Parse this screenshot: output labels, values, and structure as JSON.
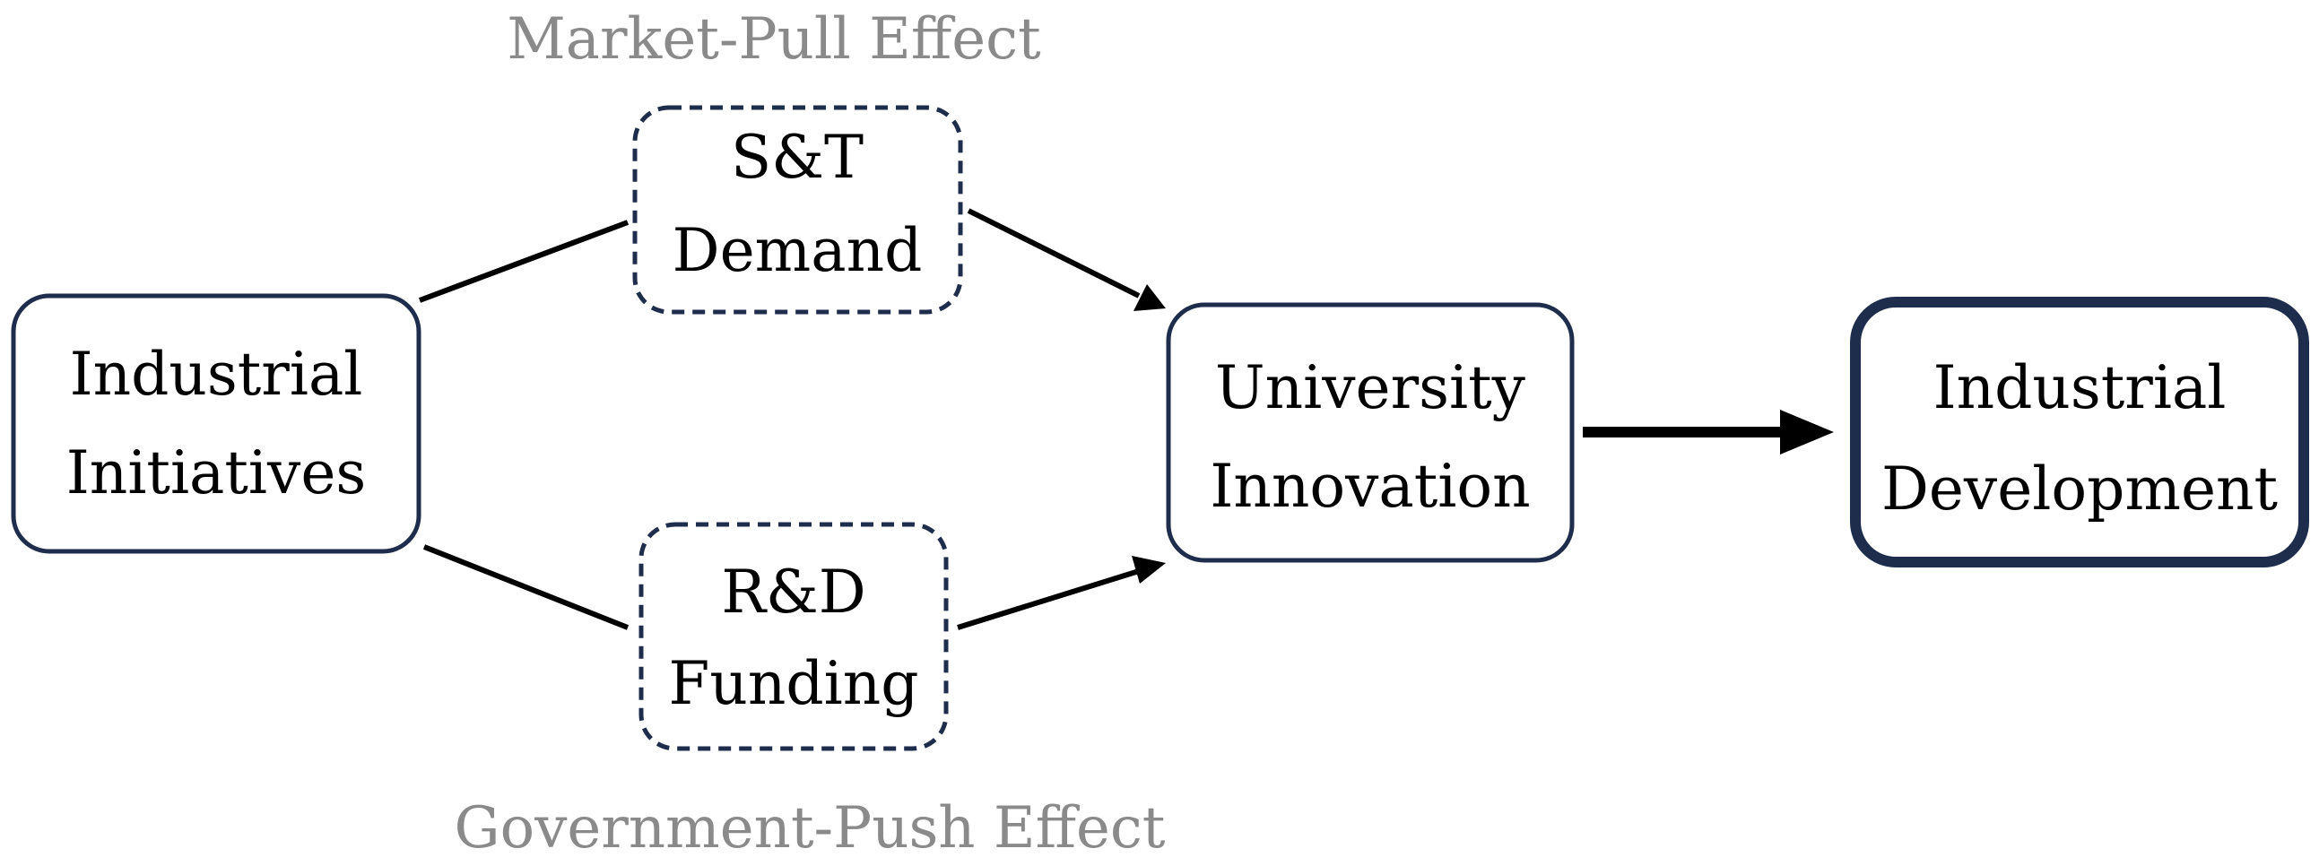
{
  "effects": {
    "market_pull": "Market-Pull Effect",
    "government_push": "Government-Push Effect"
  },
  "nodes": {
    "industrial_initiatives": [
      "Industrial",
      "Initiatives"
    ],
    "st_demand": [
      "S&T",
      "Demand"
    ],
    "rd_funding": [
      "R&D",
      "Funding"
    ],
    "university_innovation": [
      "University",
      "Innovation"
    ],
    "industrial_development": [
      "Industrial",
      "Development"
    ]
  },
  "colors": {
    "box_border": "#1f2d4d",
    "effect_text": "#8a8a8a",
    "arrow": "#000000"
  }
}
